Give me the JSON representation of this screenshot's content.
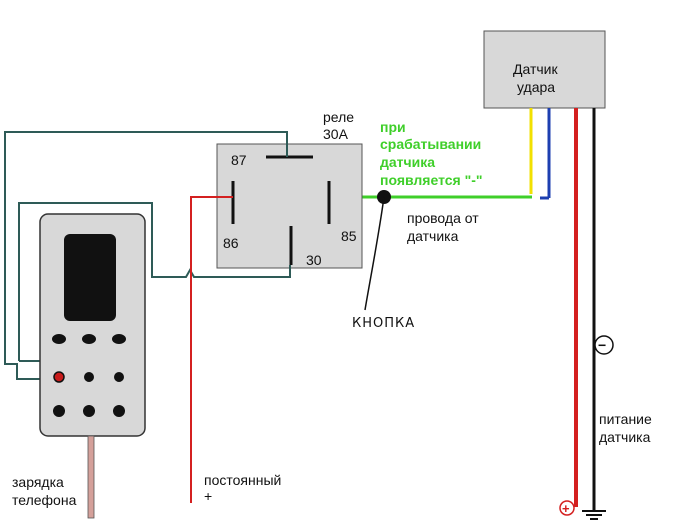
{
  "sensor_box": {
    "line1": "Датчик",
    "line2": "удара"
  },
  "relay": {
    "title": "реле",
    "rating": "30A",
    "pin_87": "87",
    "pin_86": "86",
    "pin_85": "85",
    "pin_30": "30"
  },
  "trigger_note": {
    "line1": "при",
    "line2": "срабатывании",
    "line3": "датчика",
    "line4": "появляется \"-\""
  },
  "wires_label": {
    "line1": "провода от",
    "line2": "датчика"
  },
  "button_label": "КНОПКА",
  "sensor_power": {
    "line1": "питание",
    "line2": "датчика"
  },
  "phone_charge": {
    "line1": "зарядка",
    "line2": "телефона"
  },
  "constant_plus": {
    "line1": "постоянный",
    "line2": "+"
  },
  "minus_symbol": "−",
  "plus_symbol": "+",
  "colors": {
    "green": "#3fcf2a",
    "red": "#d42020",
    "yellow": "#f2e000",
    "blue": "#1d3fb0",
    "gray_box": "#d8d8d8",
    "dark_teal": "#2e5b57"
  }
}
